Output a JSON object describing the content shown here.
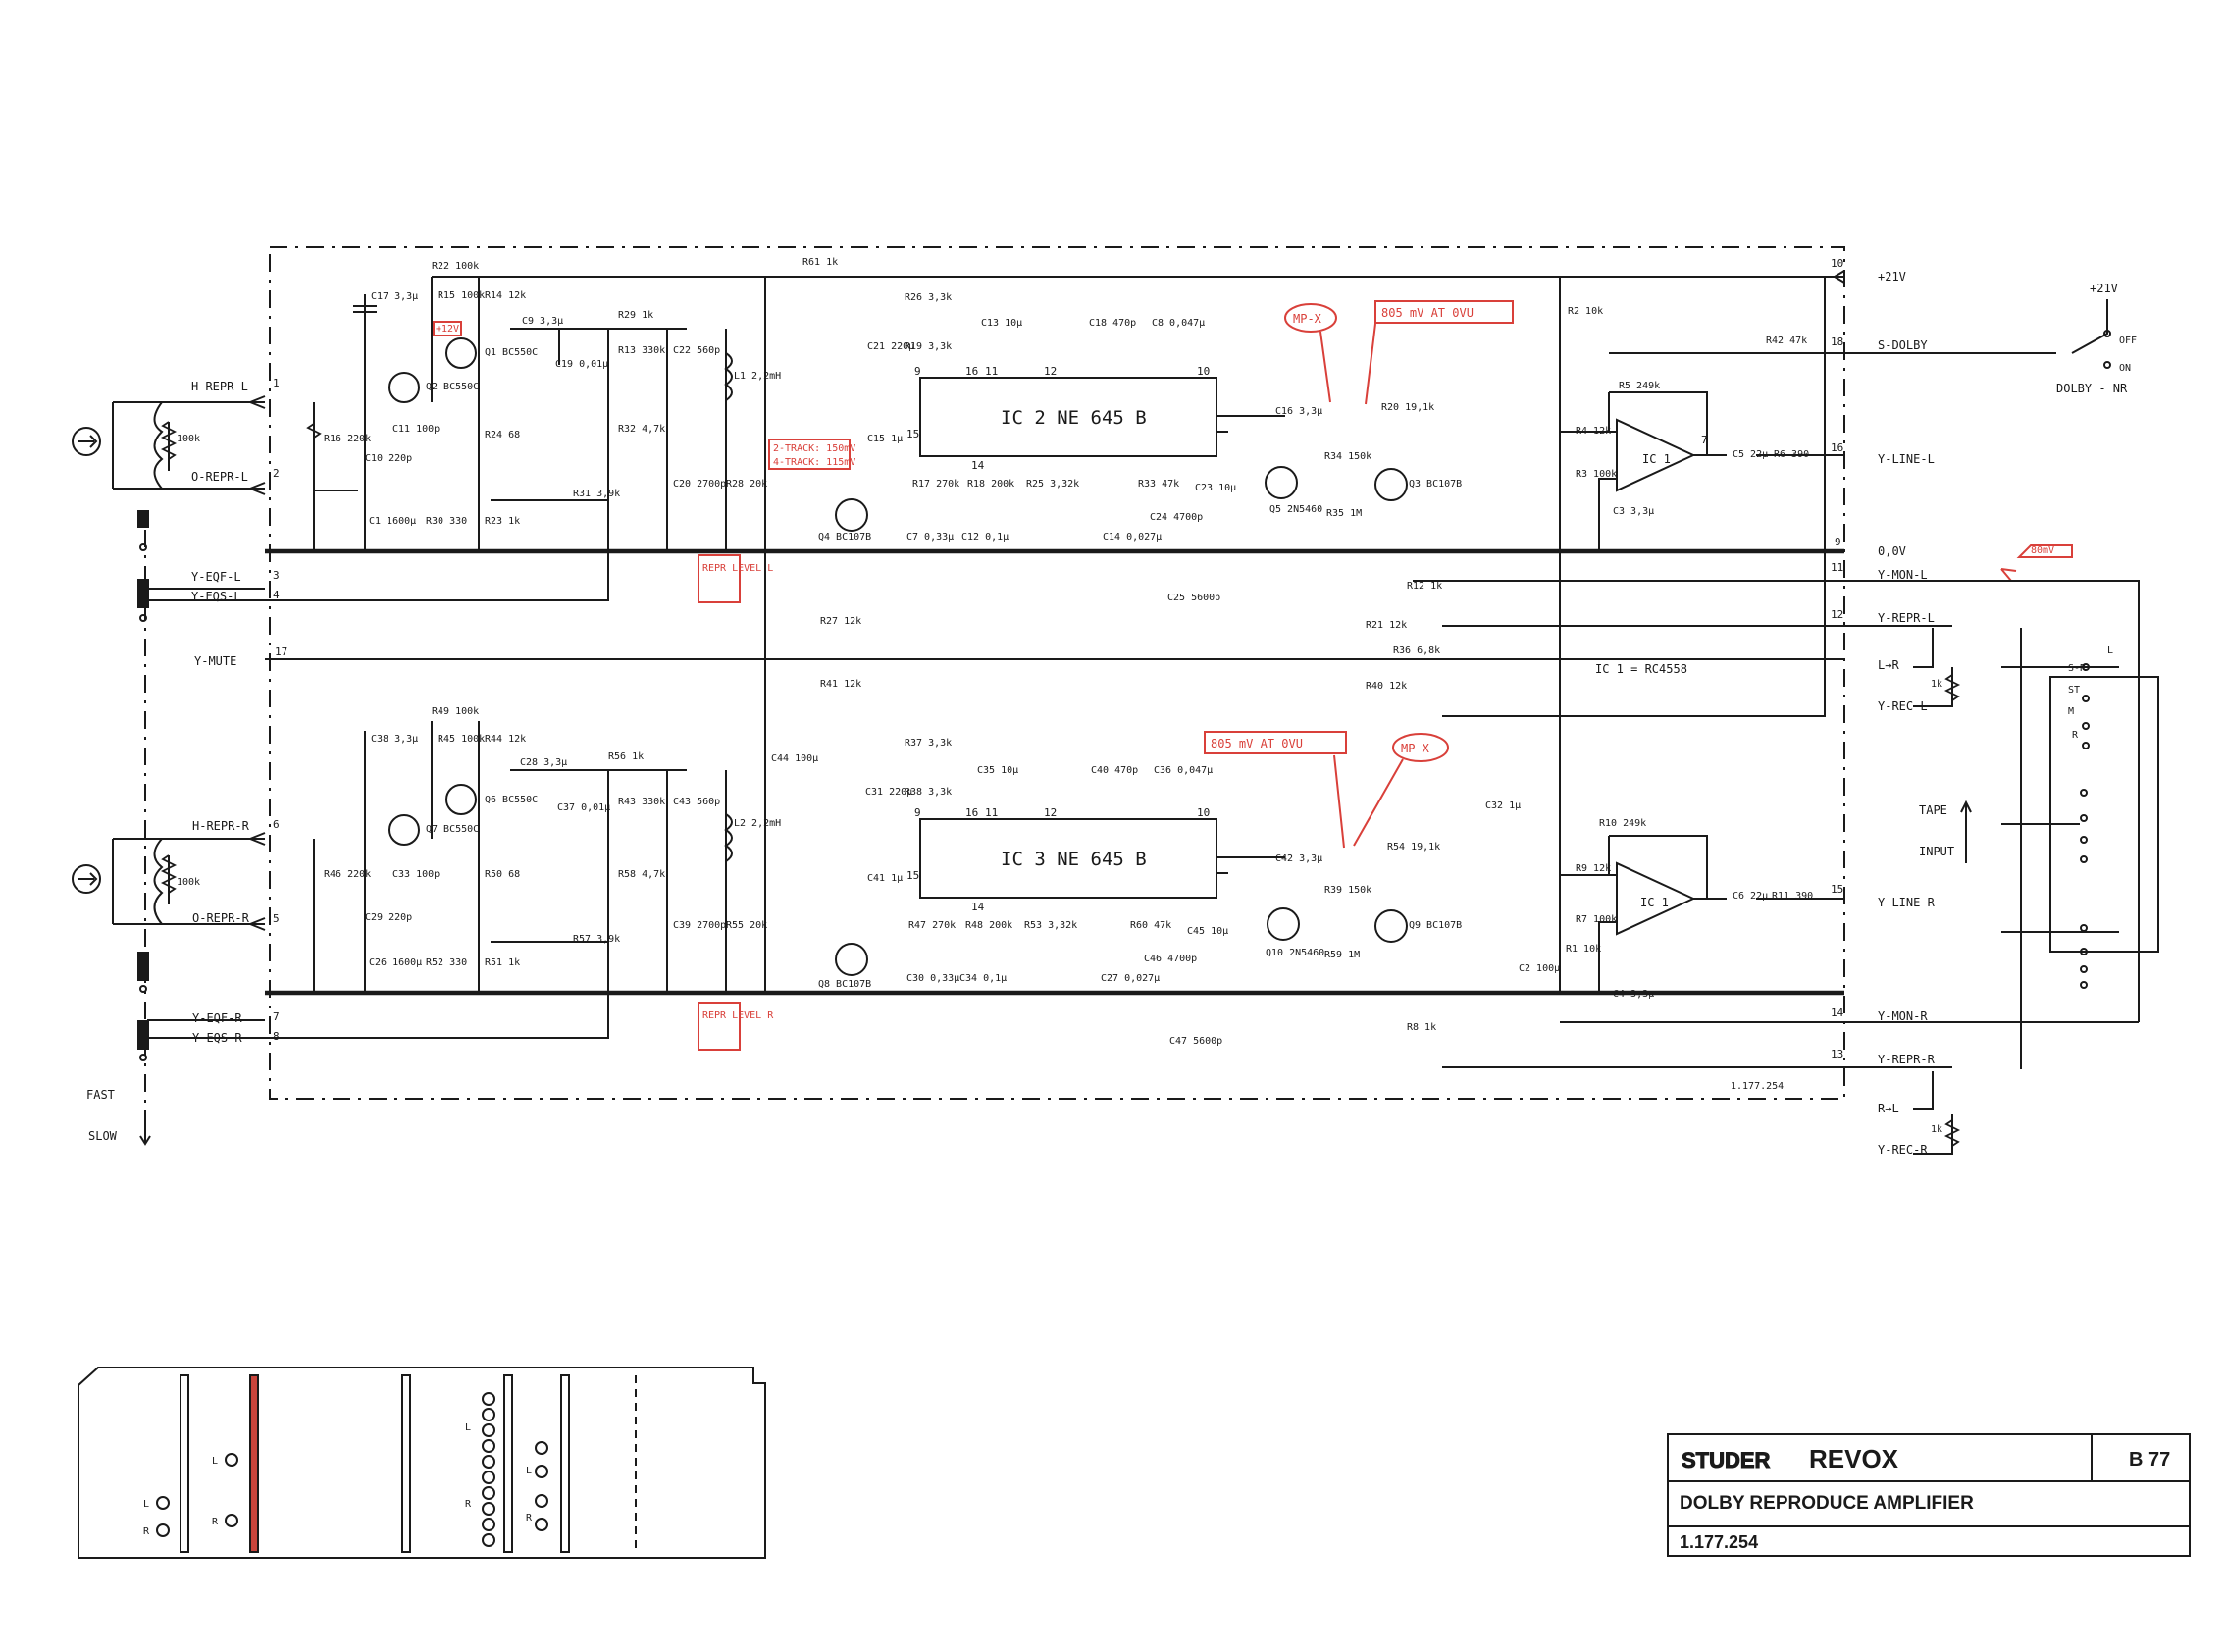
{
  "ic": {
    "ic2": "IC 2  NE 645 B",
    "ic3": "IC 3  NE 645 B",
    "ic1_top": "IC 1",
    "ic1_bottom": "IC 1",
    "ic1_note": "IC 1 = RC4558"
  },
  "terminals": {
    "plus21v": "+21V",
    "s_dolby": "S-DOLBY",
    "y_line_l": "Y-LINE-L",
    "zero_v": "0,0V",
    "y_mon_l": "Y-MON-L",
    "y_repr_l": "Y-REPR-L",
    "y_rec_l": "Y-REC-L",
    "y_line_r": "Y-LINE-R",
    "y_mon_r": "Y-MON-R",
    "y_repr_r": "Y-REPR-R",
    "y_rec_r": "Y-REC-R",
    "h_repr_l": "H-REPR-L",
    "o_repr_l": "O-REPR-L",
    "y_eqf_l": "Y-EQF-L",
    "y_eqs_l": "Y-EQS-L",
    "y_mute": "Y-MUTE",
    "h_repr_r": "H-REPR-R",
    "o_repr_r": "O-REPR-R",
    "y_eqf_r": "Y-EQF-R",
    "y_eqs_r": "Y-EQS-R",
    "fast": "FAST",
    "slow": "SLOW",
    "l_arrow": "L→R",
    "r_arrow": "R→L"
  },
  "switch": {
    "plus21v": "+21V",
    "off": "OFF",
    "on": "ON",
    "dolby_nr": "DOLBY - NR",
    "tape": "TAPE",
    "input": "INPUT",
    "s_r": "S-R",
    "st": "ST",
    "m": "M",
    "l": "L",
    "r": "R"
  },
  "annotations": {
    "mpx_top": "MP-X",
    "level_top": "805 mV  AT  0VU",
    "mpx_bottom": "MP-X",
    "level_bottom": "805 mV  AT  0VU",
    "plus12v": "+12V",
    "two_track": "2-TRACK: 150mV",
    "four_track": "4-TRACK: 115mV",
    "repr_level_l": "REPR LEVEL L",
    "repr_level_r": "REPR LEVEL R",
    "eighty_mv": "80mV"
  },
  "pins": {
    "p10": "10",
    "p18": "18",
    "p16": "16",
    "p9": "9",
    "p11": "11",
    "p12": "12",
    "p15": "15",
    "p14": "14",
    "p13": "13",
    "p1": "1",
    "p2": "2",
    "p3": "3",
    "p4": "4",
    "p17": "17",
    "p6": "6",
    "p5": "5",
    "p7": "7",
    "p8": "8"
  },
  "components": {
    "r22": "R22 100k",
    "r15": "R15 100k",
    "r14": "R14 12k",
    "c17": "C17 3,3μ",
    "c9": "C9 3,3μ",
    "c19": "C19 0,01μ",
    "r29": "R29 1k",
    "r13": "R13 330k",
    "c22": "C22 560p",
    "l1": "L1 2,2mH",
    "q1": "Q1 BC550C",
    "q2": "Q2 BC550C",
    "r16": "R16 220k",
    "c11": "C11 100p",
    "c10": "C10 220p",
    "r24": "R24 68",
    "r32": "R32 4,7k",
    "c20": "C20 2700p",
    "r28": "R28 20k",
    "r31": "R31 3,9k",
    "c1": "C1 1600μ",
    "r30": "R30 330",
    "r23": "R23 1k",
    "r100k_l": "100k",
    "r61": "R61 1k",
    "r26": "R26 3,3k",
    "c21": "C21 220μ",
    "r19": "R19 3,3k",
    "c15": "C15 1μ",
    "q4": "Q4 BC107B",
    "r27": "R27 12k",
    "r41": "R41 12k",
    "c44": "C44 100μ",
    "c13": "C13 10μ",
    "c18": "C18 470p",
    "c8": "C8 0,047μ",
    "r17": "R17 270k",
    "r18": "R18 200k",
    "r25": "R25 3,32k",
    "r33": "R33 47k",
    "c23": "C23 10μ",
    "c7": "C7 0,33μ",
    "c12": "C12 0,1μ",
    "c14": "C14 0,027μ",
    "c24": "C24 4700p",
    "c25": "C25 5600p",
    "c16": "C16 3,3μ",
    "q5": "Q5 2N5460",
    "r34": "R34 150k",
    "r35": "R35 1M",
    "r20": "R20 19,1k",
    "q3": "Q3 BC107B",
    "r12": "R12 1k",
    "r21": "R21 12k",
    "r36": "R36 6,8k",
    "r40": "R40 12k",
    "r2": "R2 10k",
    "r42": "R42 47k",
    "r5": "R5 249k",
    "r4": "R4 12k",
    "r3": "R3 100k",
    "c3": "C3 3,3μ",
    "c5": "C5 22μ",
    "r6": "R6 390",
    "r49": "R49 100k",
    "r45": "R45 100k",
    "r44": "R44 12k",
    "c38": "C38 3,3μ",
    "c28": "C28 3,3μ",
    "c37": "C37 0,01μ",
    "r56": "R56 1k",
    "r43": "R43 330k",
    "c43": "C43 560p",
    "l2": "L2 2,2mH",
    "q6": "Q6 BC550C",
    "q7": "Q7 BC550C",
    "r46": "R46 220k",
    "c33": "C33 100p",
    "c29": "C29 220p",
    "r50": "R50 68",
    "r58": "R58 4,7k",
    "c39": "C39 2700p",
    "r55": "R55 20k",
    "r57": "R57 3,9k",
    "c26": "C26 1600μ",
    "r52": "R52 330",
    "r51": "R51 1k",
    "r100k_r": "100k",
    "r37": "R37 3,3k",
    "c31": "C31 220μ",
    "r38": "R38 3,3k",
    "c41": "C41 1μ",
    "q8": "Q8 BC107B",
    "c35": "C35 10μ",
    "c40": "C40 470p",
    "c36": "C36 0,047μ",
    "r47": "R47 270k",
    "r48": "R48 200k",
    "r53": "R53 3,32k",
    "r60": "R60 47k",
    "c45": "C45 10μ",
    "c30": "C30 0,33μ",
    "c34": "C34 0,1μ",
    "c27": "C27 0,027μ",
    "c46": "C46 4700p",
    "c47": "C47 5600p",
    "c42": "C42 3,3μ",
    "q10": "Q10 2N5460",
    "r39": "R39 150k",
    "r59": "R59 1M",
    "r54": "R54 19,1k",
    "q9": "Q9 BC107B",
    "r8": "R8 1k",
    "c32": "C32 1μ",
    "c2": "C2 100μ",
    "r1": "R1 10k",
    "r10": "R10 249k",
    "r9": "R9 12k",
    "r7": "R7 100k",
    "c4": "C4 3,3μ",
    "c6": "C6 22μ",
    "r11": "R11 390",
    "r1k_l": "1k",
    "r1k_r": "1k"
  },
  "board": {
    "part_number": "1.177.254",
    "label_l": "L",
    "label_r": "R"
  },
  "title_block": {
    "brand_studer": "STUDER",
    "brand_revox": "REVOX",
    "model": "B 77",
    "title": "DOLBY  REPRODUCE  AMPLIFIER",
    "drawing_number": "1.177.254"
  },
  "colors": {
    "ink": "#1a1a1a",
    "annotation_red": "#d9403a",
    "highlight_board": "#c9453c"
  }
}
